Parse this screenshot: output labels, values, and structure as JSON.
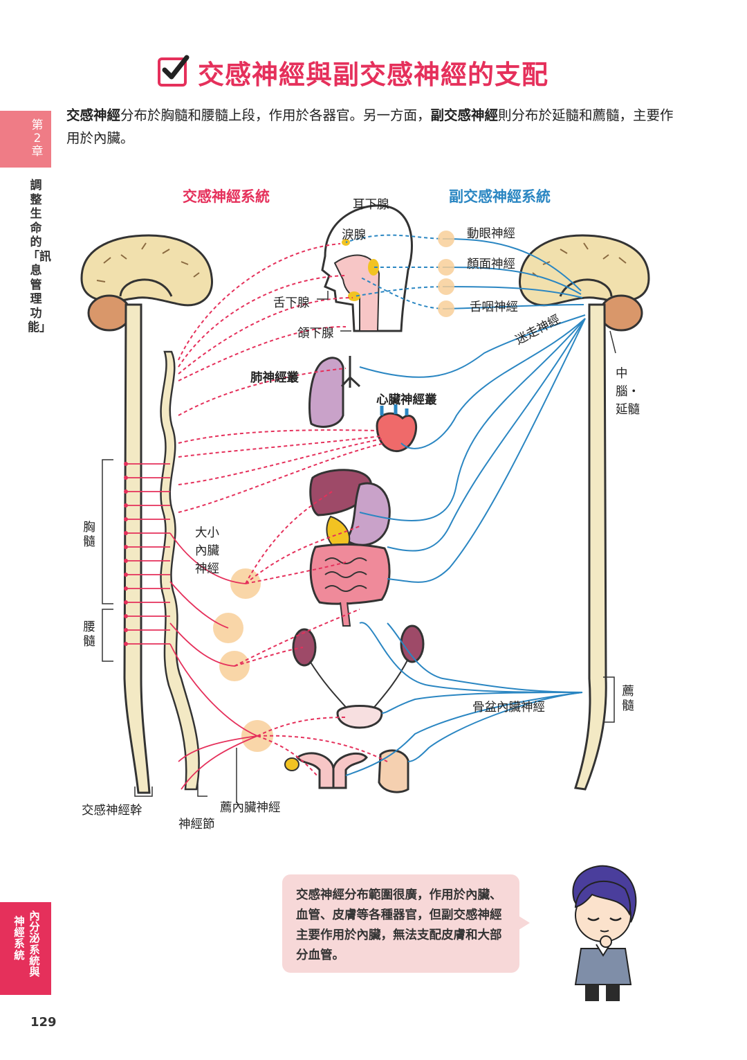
{
  "title": "交感神經與副交感神經的支配",
  "intro": {
    "p1_bold": "交感神經",
    "p1_rest": "分布於胸髓和腰髓上段，作用於各器官。另一方面，",
    "p2_bold": "副交感神經",
    "p2_rest": "則分布於延髓和薦髓，主要作用於內臟。"
  },
  "chapter_tab": "第2章",
  "side_title": "調整生命的「訊息管理功能」",
  "bottom_tab": {
    "col1": "內分泌系統與",
    "col2": "神經系統"
  },
  "page_number": "129",
  "diagram": {
    "sympathetic_title": "交感神經系統",
    "parasympathetic_title": "副交感神經系統",
    "labels": {
      "parotid": "耳下腺",
      "lacrimal": "淚腺",
      "sublingual": "舌下腺",
      "submandibular": "頜下腺",
      "oculomotor": "動眼神經",
      "facial": "顏面神經",
      "glossopharyngeal": "舌咽神經",
      "vagus": "迷走神經",
      "midbrain": "中腦・延髓",
      "pulmonary_plexus": "肺神經叢",
      "cardiac_plexus": "心臟神經叢",
      "splanchnic": "大小內臟神經",
      "thoracic_cord": "胸髓",
      "lumbar_cord": "腰髓",
      "pelvic": "骨盆內臟神經",
      "sacral_cord": "薦髓",
      "sympathetic_trunk": "交感神經幹",
      "ganglion": "神經節",
      "sacral_splanchnic": "薦內臟神經"
    },
    "colors": {
      "sympathetic": "#e5305b",
      "parasympathetic": "#2a86c2",
      "cord": "#f3e9c4",
      "brain": "#f1e0ad",
      "cerebellum": "#d9976a"
    }
  },
  "speech_bubble": "交感神經分布範圍很廣，作用於內臟、血管、皮膚等各種器官，但副交感神經主要作用於內臟，無法支配皮膚和大部分血管。"
}
